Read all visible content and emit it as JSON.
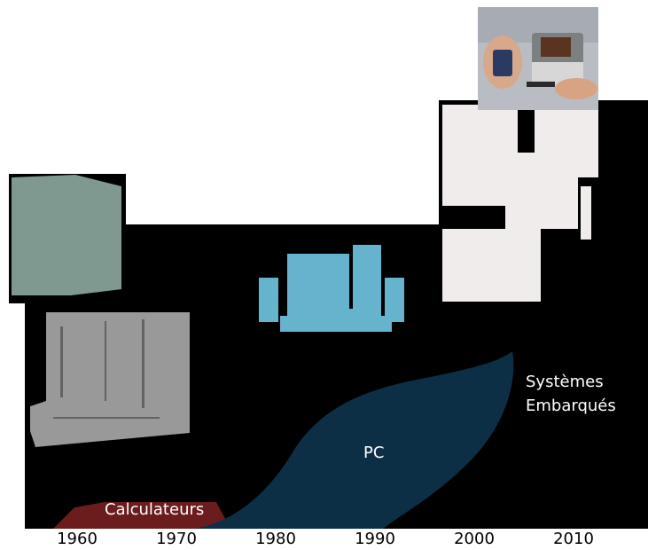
{
  "areas": {
    "calculateurs": "Calculateurs",
    "pc": "PC",
    "systemes_embarques_line1": "Systèmes",
    "systemes_embarques_line2": "Embarqués"
  },
  "x_axis": {
    "ticks": [
      "1960",
      "1970",
      "1980",
      "1990",
      "2000",
      "2010"
    ]
  },
  "colors": {
    "background_dark": "#000000",
    "calculateurs_area": "#6b1c1c",
    "pc_area": "#0c2f46",
    "mainframe_top": "#7f9990",
    "mainframe_bottom": "#999999",
    "pc_machine": "#65b3cc",
    "embedded_devices": "#f0ecec"
  },
  "images": {
    "mainframe": "mainframe-computer-photo",
    "pc": "desktop-pc-photo",
    "embedded": "embedded-devices-photo",
    "handheld": "handheld-devices-photo"
  }
}
